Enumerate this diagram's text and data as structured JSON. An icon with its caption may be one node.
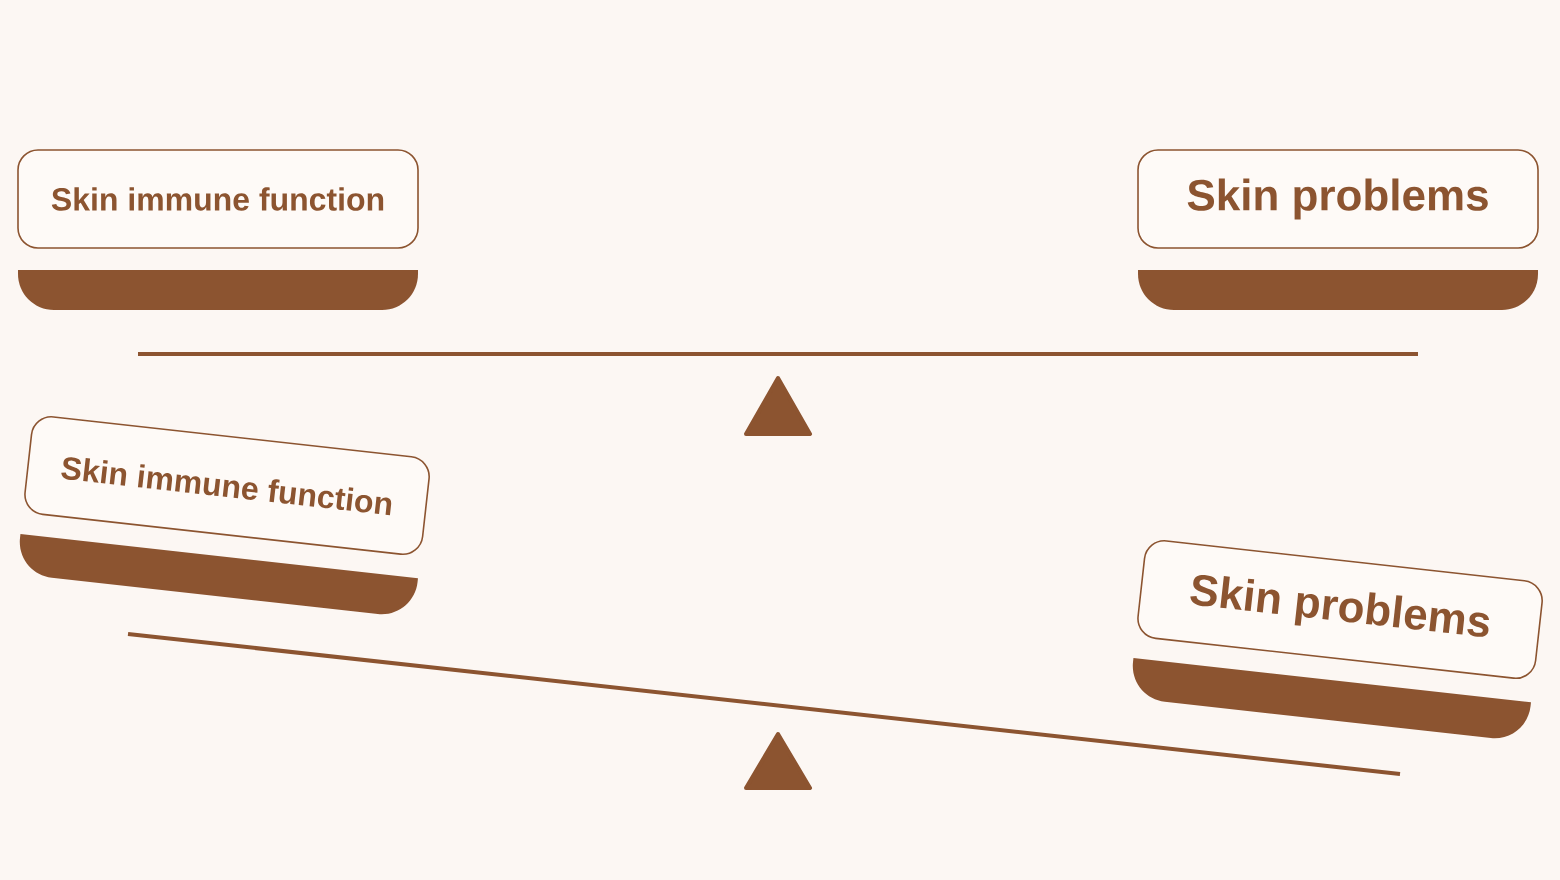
{
  "diagram": {
    "nodes": [
      {
        "text": [
          "Skin immune function"
        ]
      },
      {
        "text": [
          "Skin problems"
        ]
      },
      {
        "text": [],
        "shape": "bar"
      },
      {
        "text": [],
        "shape": "bar"
      },
      {
        "text": [
          "Skin immune function"
        ]
      },
      {
        "text": [
          "Skin problems"
        ]
      },
      {
        "text": [],
        "shape": "bar"
      },
      {
        "text": [],
        "shape": "bar"
      }
    ]
  }
}
